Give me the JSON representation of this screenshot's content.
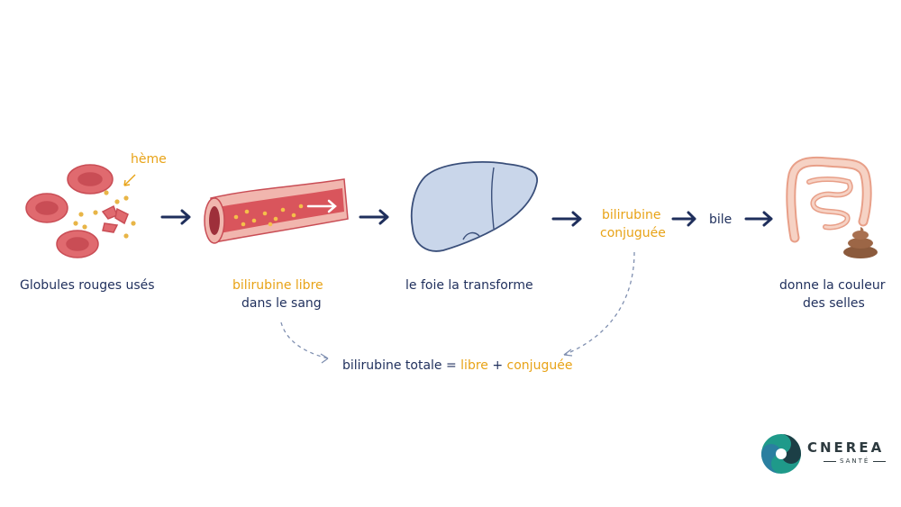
{
  "colors": {
    "navy": "#1f2f5c",
    "orange": "#e8a317",
    "red_cell": "#e06a6f",
    "liver": "#c9d6ea",
    "intestine": "#f3c3b0",
    "stool": "#8b5a3c",
    "dashed": "#7f8fb0",
    "logo_teal": "#1f9a8a"
  },
  "labels": {
    "heme": "hème",
    "globules": "Globules rouges usés",
    "bili_libre_line1": "bilirubine libre",
    "bili_libre_line2": "dans le sang",
    "foie": "le foie la transforme",
    "bili_conj_line1": "bilirubine",
    "bili_conj_line2": "conjuguée",
    "bile": "bile",
    "selles_line1": "donne la couleur",
    "selles_line2": "des selles"
  },
  "formula": {
    "prefix": "bilirubine totale =",
    "libre": "libre",
    "plus": "+",
    "conjuguee": "conjuguée"
  },
  "logo": {
    "name": "CNEREA",
    "sub": "SANTÉ"
  },
  "icons": [
    "red-blood-cell-icon",
    "blood-vessel-icon",
    "liver-icon",
    "intestine-icon",
    "stool-icon",
    "arrow-right-icon",
    "logo-swirl-icon"
  ]
}
